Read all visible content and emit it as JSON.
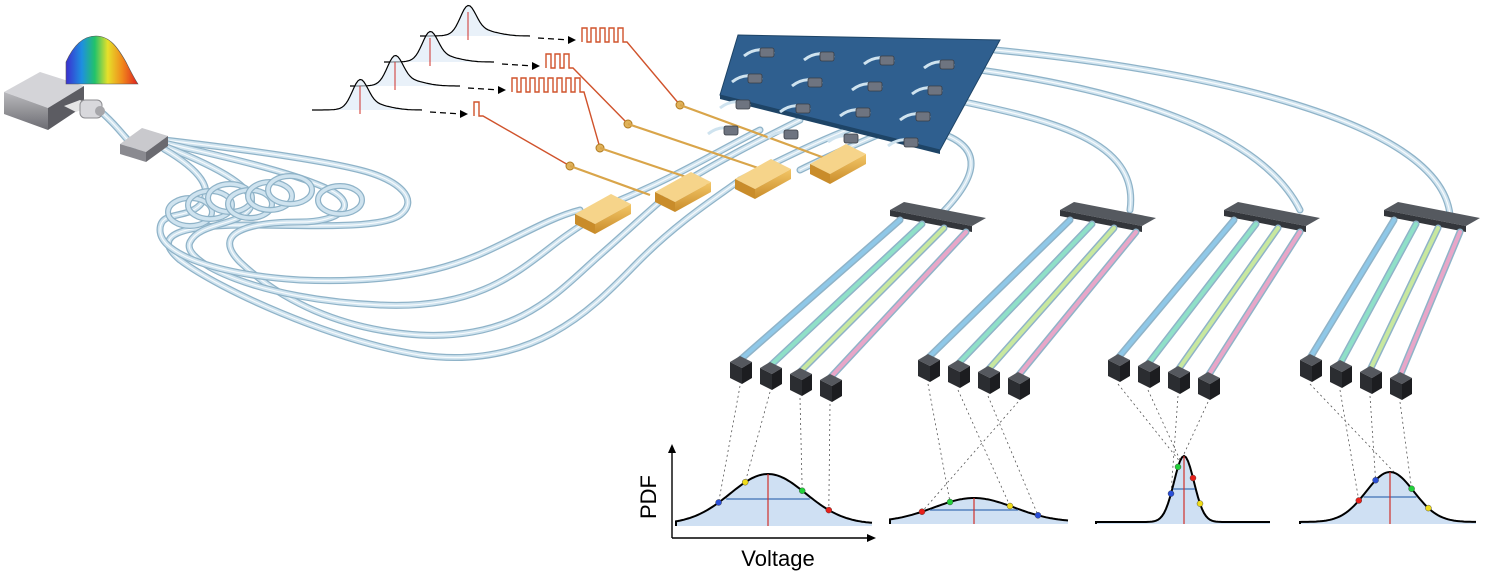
{
  "figure": {
    "axis_y_label": "PDF",
    "axis_x_label": "Voltage"
  },
  "colors": {
    "fiber": "#cfe3ef",
    "fiber_edge": "#8fb3c8",
    "board": "#2f5f8f",
    "modulator": "#e4a945",
    "signal": "#d0532c",
    "detector": "#2e2e33",
    "pdf_fill": "#cfe0f3",
    "pdf_line": "#000000",
    "mean_line": "#d0302a",
    "width_line": "#3f6fb5"
  },
  "icons": {
    "light_source": "laser-box-icon",
    "spectrum": "rainbow-spectrum-icon",
    "splitter": "fiber-splitter-icon",
    "detector": "photodetector-icon"
  },
  "channels": [
    {
      "pdf_shape": "wide"
    },
    {
      "pdf_shape": "flat"
    },
    {
      "pdf_shape": "narrow"
    },
    {
      "pdf_shape": "medium"
    }
  ]
}
